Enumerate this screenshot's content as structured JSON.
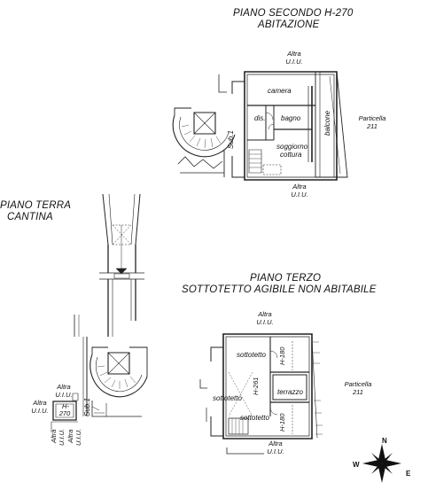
{
  "second_floor": {
    "title_line1": "PIANO SECONDO H-270",
    "title_line2": "ABITAZIONE",
    "altra_top_1": "Altra",
    "altra_top_2": "U.I.U.",
    "altra_bottom_1": "Altra",
    "altra_bottom_2": "U.I.U.",
    "particella_1": "Particella",
    "particella_2": "211",
    "rooms": {
      "camera": "camera",
      "dis": "dis.",
      "bagno": "bagno",
      "soggiorno_1": "soggiorno",
      "soggiorno_2": "cottura",
      "balcone": "balcone"
    },
    "sub": "Sub.1"
  },
  "ground_floor": {
    "title_line1": "PIANO TERRA",
    "title_line2": "CANTINA",
    "altra_1": "Altra",
    "altra_2": "U.I.U.",
    "altra_left_1": "Altra",
    "altra_left_2": "U.I.U.",
    "h_label": "H-",
    "h_value": "270",
    "altra_vert_1": "Altra",
    "altra_vert_2": "U.I.U.",
    "sub": "Sub.1"
  },
  "third_floor": {
    "title_line1": "PIANO TERZO",
    "title_line2": "SOTTOTETTO AGIBILE NON ABITABILE",
    "altra_top_1": "Altra",
    "altra_top_2": "U.I.U.",
    "altra_bottom_1": "Altra",
    "altra_bottom_2": "U.I.U.",
    "particella_1": "Particella",
    "particella_2": "211",
    "rooms": {
      "sottotetto_1": "sottotetto",
      "sottotetto_2": "sottotetto",
      "sottotetto_3": "sottotetto",
      "terrazzo": "terrazzo"
    },
    "heights": {
      "h1": "H-180",
      "h2": "H-261",
      "h3": "H-180"
    }
  },
  "compass": {
    "north": "N",
    "west": "W",
    "east": "E"
  }
}
